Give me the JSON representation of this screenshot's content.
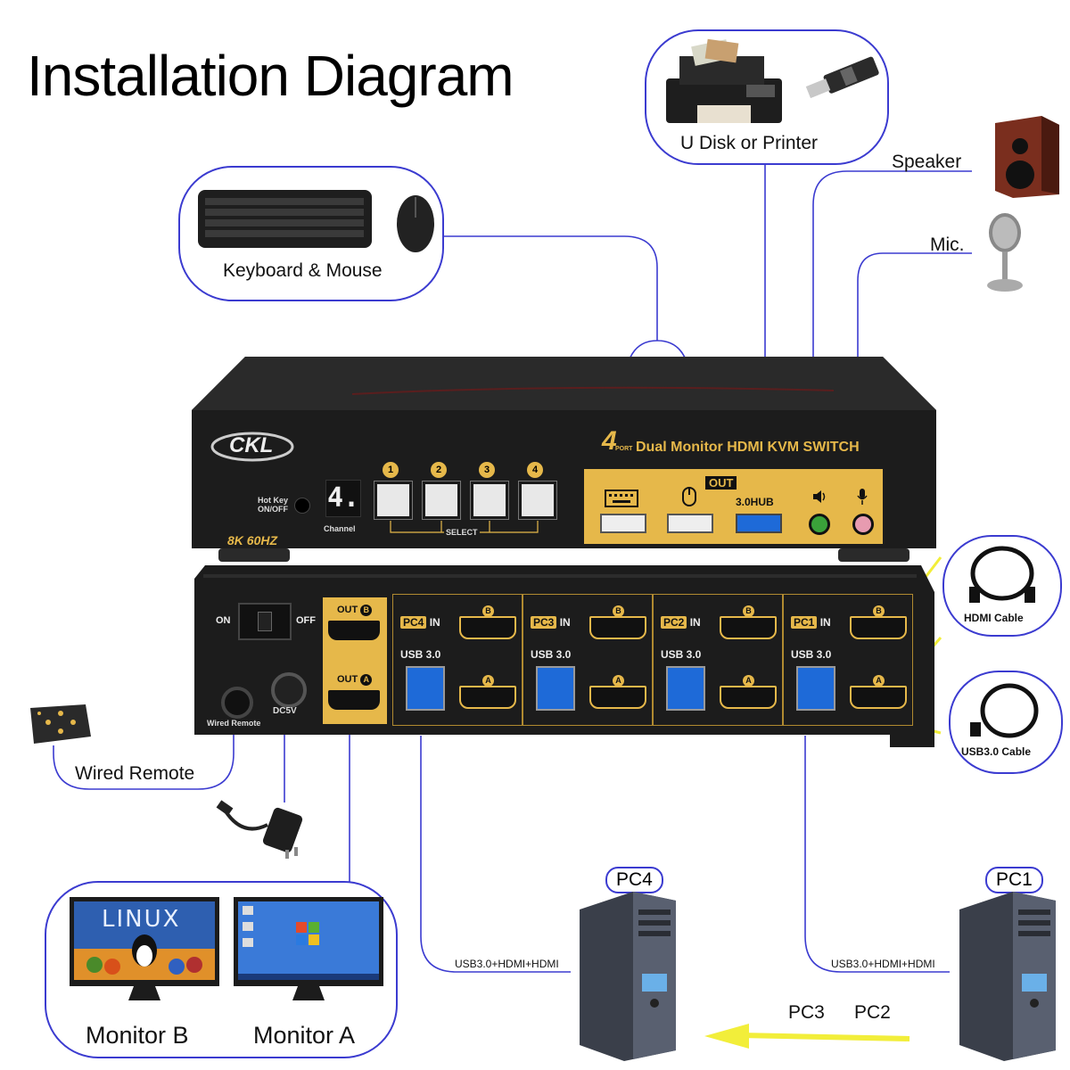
{
  "title": "Installation Diagram",
  "labels": {
    "udisk_printer": "U Disk or Printer",
    "keyboard_mouse": "Keyboard & Mouse",
    "speaker": "Speaker",
    "mic": "Mic.",
    "hdmi_cable": "HDMI Cable",
    "usb_cable": "USB3.0 Cable",
    "wired_remote": "Wired Remote",
    "monitor_b": "Monitor B",
    "monitor_a": "Monitor A",
    "pc4": "PC4",
    "pc1": "PC1",
    "pc3": "PC3",
    "pc2": "PC2",
    "usb_hdmi_hdmi_left": "USB3.0+HDMI+HDMI",
    "usb_hdmi_hdmi_right": "USB3.0+HDMI+HDMI"
  },
  "device": {
    "brand": "CKL",
    "model_num": "4",
    "model_port": "PORT",
    "model_name": "Dual Monitor HDMI KVM SWITCH",
    "spec": "8K 60HZ",
    "hotkey": "Hot Key ON/OFF",
    "channel_digit": "4.",
    "channel_label": "Channel",
    "select_label": "SELECT",
    "buttons": [
      "1",
      "2",
      "3",
      "4"
    ],
    "out_label": "OUT",
    "hub_label": "3.0HUB",
    "power_on": "ON",
    "power_off": "OFF",
    "wired_remote_port": "Wired Remote",
    "dc_label": "DC5V",
    "out_b": "OUT",
    "out_a": "OUT",
    "port_b": "B",
    "port_a": "A",
    "pc_groups": [
      {
        "pc": "PC4",
        "in": "IN",
        "usb": "USB 3.0"
      },
      {
        "pc": "PC3",
        "in": "IN",
        "usb": "USB 3.0"
      },
      {
        "pc": "PC2",
        "in": "IN",
        "usb": "USB 3.0"
      },
      {
        "pc": "PC1",
        "in": "IN",
        "usb": "USB 3.0"
      }
    ]
  },
  "monitor_screens": {
    "linux": "LINUX"
  },
  "colors": {
    "line": "#3b3bd0",
    "gold": "#e6b84a",
    "device_body": "#1c1c1c",
    "arrow_yellow": "#f2ee3a"
  }
}
